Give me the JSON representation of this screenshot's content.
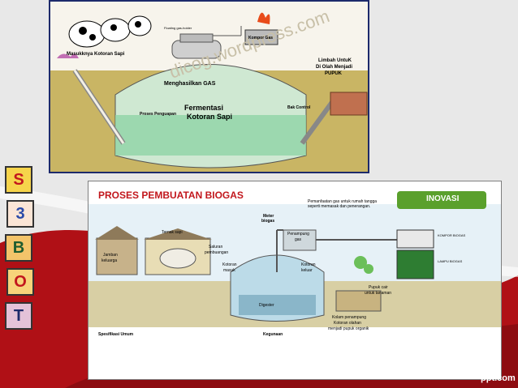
{
  "slide": {
    "background_color": "#e6e6e6",
    "accent": "#c2171d",
    "logo": "ppt.com"
  },
  "top_diagram": {
    "title_in": "Masukknya Kotoran Sapi",
    "gas": "Menghasilkan GAS",
    "ferment1": "Fermentasi",
    "ferment2": "Kotoran Sapi",
    "proses": "Proses Penguapan",
    "limbah1": "Limbah UntuK",
    "limbah2": "Di Olah Menjadi",
    "limbah3": "PUPUK",
    "bak": "Bak Control",
    "kompor": "Kompor Gas",
    "gas_holder": "Floating gas-holder",
    "watermark": "dicog.wordpress.com"
  },
  "bottom_diagram": {
    "title": "PROSES PEMBUATAN BIOGAS",
    "badge": "INOVASI",
    "intro": "Pemanfaatan gas untuk rumah tangga seperti memasak dan penerangan.",
    "meter1": "Meter",
    "meter2": "biogas",
    "penampung1": "Penampung",
    "penampung2": "gas",
    "kompor": "KOMPOR BIOGAS",
    "lampu": "LAMPU BIOGAS",
    "ternak": "Ternak sapi",
    "jambang1": "Jamban",
    "jambang2": "keluarga",
    "saluran1": "Saluran",
    "saluran2": "pembuangan",
    "kotoran_masuk1": "Kotoran",
    "kotoran_masuk2": "masuk",
    "kotoran_keluar1": "Kotoran",
    "kotoran_keluar2": "keluar",
    "pupuk_cair1": "Pupuk cair",
    "pupuk_cair2": "untuk tanaman",
    "kolam1": "Kolam penampung",
    "kolam2": "Kotoran olahan",
    "kolam3": "menjadi pupuk organik",
    "digester": "Digester",
    "spec_title": "Spesifikasi Umum",
    "kegunaan_title": "Kegunaan"
  },
  "blocks": [
    "S",
    "3",
    "B",
    "O",
    "T"
  ]
}
